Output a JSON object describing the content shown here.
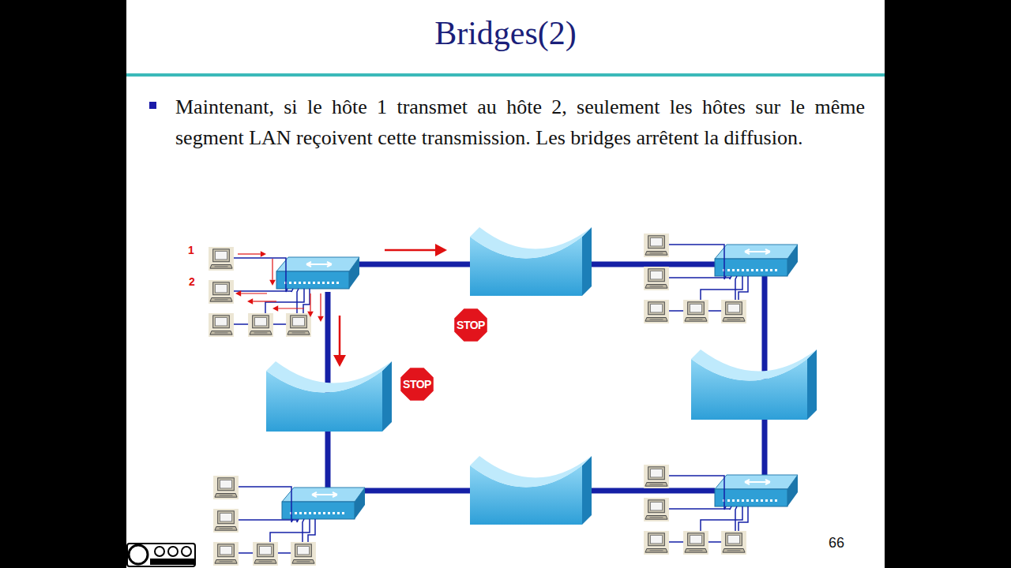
{
  "diagram": {
    "title": "Bridges(2)",
    "nodes": [
      {
        "text": [
          "STOP"
        ]
      },
      {
        "text": [
          "STOP"
        ]
      }
    ],
    "labels": [
      "Maintenant, si le hôte 1 transmet au hôte 2, seulement les hôtes sur le même segment LAN reçoivent cette transmission. Les bridges arrêtent la diffusion.",
      "1",
      "2",
      "66"
    ]
  }
}
